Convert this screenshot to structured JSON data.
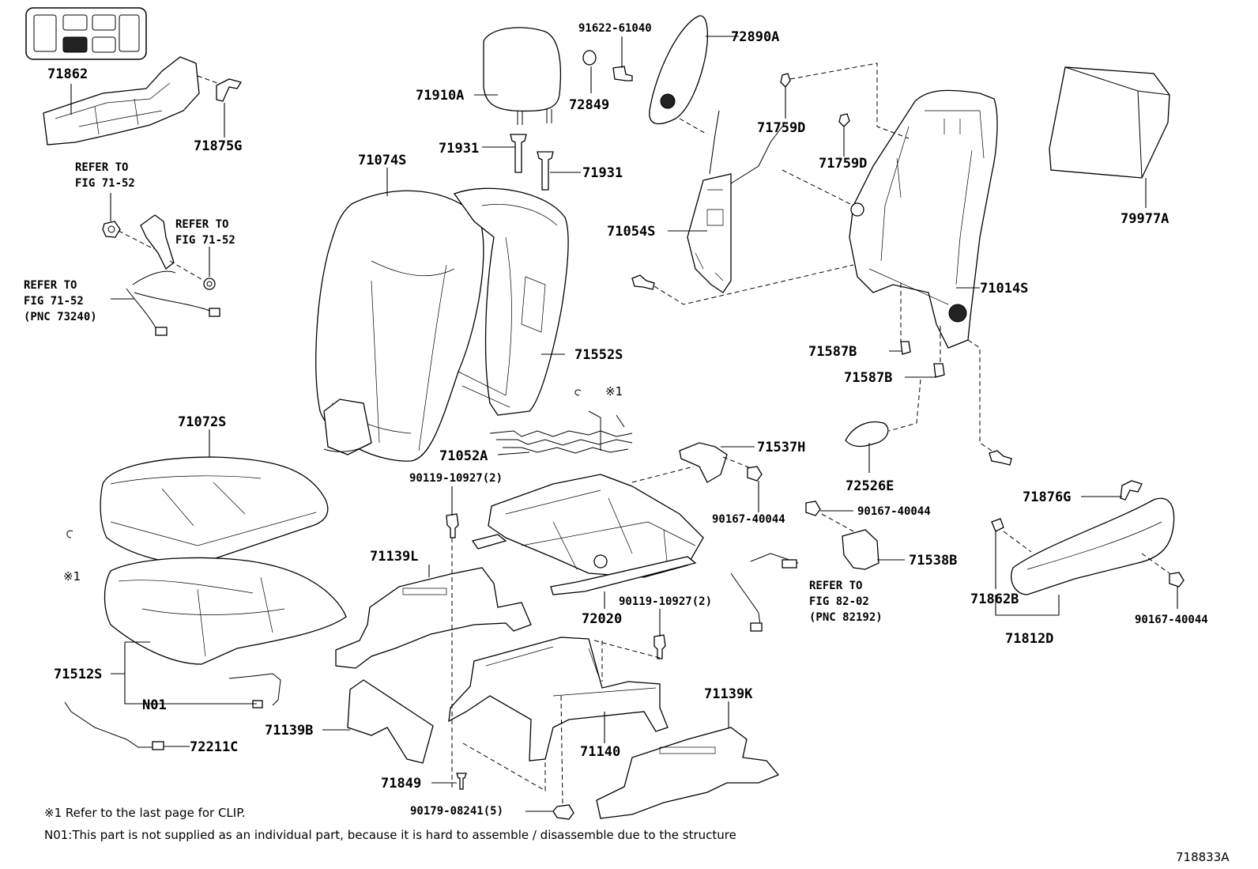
{
  "labels": {
    "p71862": "71862",
    "p71875G": "71875G",
    "refer1a": "REFER TO",
    "refer1b": "FIG 71-52",
    "refer2a": "REFER TO",
    "refer2b": "FIG 71-52",
    "refer3a": "REFER TO",
    "refer3b": "FIG 71-52",
    "refer3c": "(PNC 73240)",
    "p71910A": "71910A",
    "p71931a": "71931",
    "p71931b": "71931",
    "p71074S": "71074S",
    "p91622": "91622-61040",
    "p72849": "72849",
    "p72890A": "72890A",
    "p71759Da": "71759D",
    "p71759Db": "71759D",
    "p71054S": "71054S",
    "p79977A": "79977A",
    "p71014S": "71014S",
    "p71552S": "71552S",
    "clipmark1": "※1",
    "p71587Ba": "71587B",
    "p71587Bb": "71587B",
    "p71072S": "71072S",
    "p71052A": "71052A",
    "p71537H": "71537H",
    "p72526E": "72526E",
    "p90119a": "90119-10927(2)",
    "p90167a": "90167-40044",
    "p90167b": "90167-40044",
    "p71876G": "71876G",
    "p71139L": "71139L",
    "p71538B": "71538B",
    "refer4a": "REFER TO",
    "refer4b": "FIG 82-02",
    "refer4c": "(PNC 82192)",
    "p72020": "72020",
    "p90119b": "90119-10927(2)",
    "p71862B": "71862B",
    "p90167c": "90167-40044",
    "p71812D": "71812D",
    "clipmark2": "※1",
    "p71512S": "71512S",
    "pN01": "N01",
    "p71139B": "71139B",
    "p72211C": "72211C",
    "p71140": "71140",
    "p71139K": "71139K",
    "p71849": "71849",
    "p90179": "90179-08241(5)"
  },
  "notes": {
    "clip": "※1 Refer to the last page for CLIP.",
    "n01": "N01:This part is not supplied as an individual part, because it is hard to assemble / disassemble due to the structure"
  },
  "diagram_code": "718833A"
}
